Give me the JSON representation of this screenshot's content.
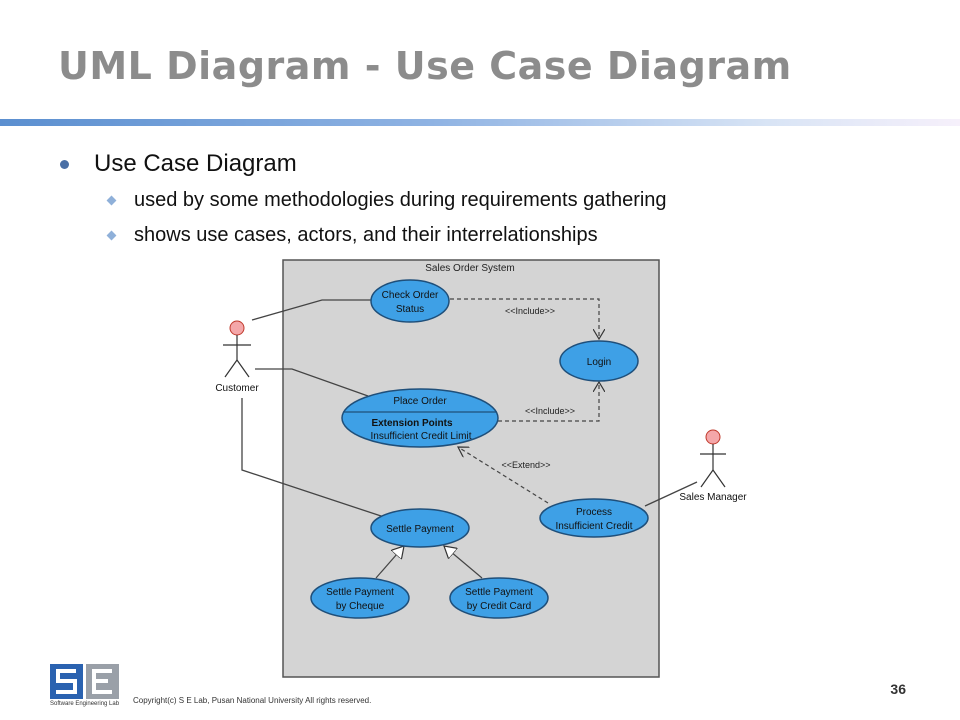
{
  "slide": {
    "title": "UML Diagram - Use Case Diagram",
    "bullet": "Use Case Diagram",
    "subbullets": [
      "used by some methodologies during requirements gathering",
      "shows use cases, actors, and their interrelationships"
    ],
    "page_number": "36",
    "copyright": "Copyright(c) S E Lab, Pusan National  University  All rights reserved.",
    "logo_text": "Software Engineering Lab"
  },
  "diagram": {
    "system_name": "Sales Order System",
    "actors": {
      "customer": "Customer",
      "manager": "Sales Manager"
    },
    "use_cases": {
      "check_order": [
        "Check Order",
        "Status"
      ],
      "login": "Login",
      "place_order": "Place Order",
      "extension_title": "Extension Points",
      "extension_point": "Insufficient Credit Limit",
      "process": [
        "Process",
        "Insufficient Credit"
      ],
      "settle_payment": "Settle Payment",
      "settle_cheque": [
        "Settle Payment",
        "by Cheque"
      ],
      "settle_card": [
        "Settle Payment",
        "by Credit Card"
      ]
    },
    "relations": {
      "include1": "<<Include>>",
      "include2": "<<Include>>",
      "extend": "<<Extend>>"
    },
    "colors": {
      "usecase_fill": "#3ea0e6",
      "usecase_stroke": "#1f4f7a",
      "actor_head": "#f4a7a9",
      "system_box": "#d4d4d4"
    }
  }
}
